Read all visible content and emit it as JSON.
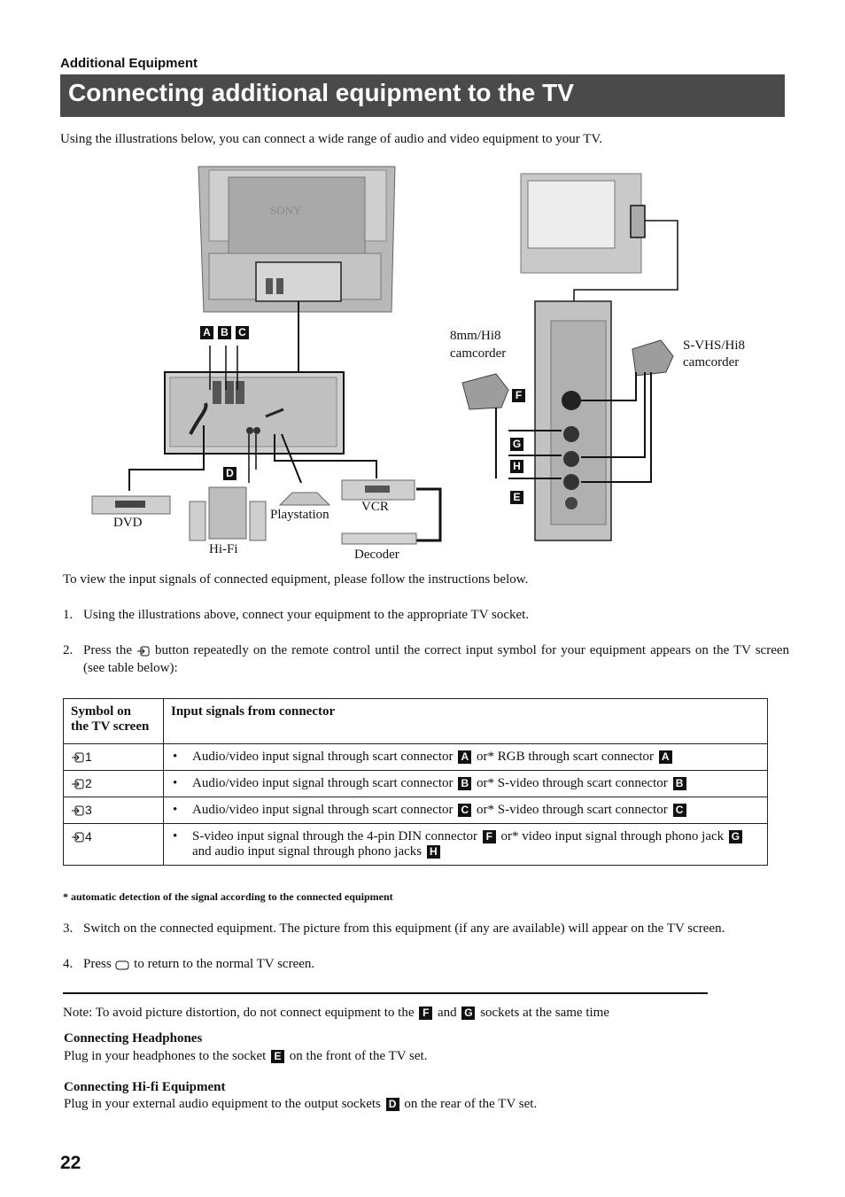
{
  "header": {
    "section": "Additional Equipment",
    "title": "Connecting additional equipment to the TV"
  },
  "intro": "Using the illustrations below, you can connect a wide range of audio and video equipment to your TV.",
  "diagram": {
    "labels": {
      "dvd": "DVD",
      "hifi": "Hi-Fi",
      "playstation": "Playstation",
      "vcr": "VCR",
      "decoder": "Decoder",
      "cam_8mm_line1": "8mm/Hi8",
      "cam_8mm_line2": "camcorder",
      "cam_svhs_line1": "S-VHS/Hi8",
      "cam_svhs_line2": "camcorder",
      "brand": "SONY"
    },
    "badges": {
      "a": "A",
      "b": "B",
      "c": "C",
      "d": "D",
      "e": "E",
      "f": "F",
      "g": "G",
      "h": "H"
    }
  },
  "instructions": {
    "lead": "To view the input signals of connected equipment, please follow the instructions below.",
    "step1_num": "1.",
    "step1": "Using the illustrations above, connect your equipment to the appropriate TV socket.",
    "step2_num": "2.",
    "step2_a": "Press the",
    "step2_b": "button repeatedly on the remote control until the correct input symbol for your equipment appears on the TV screen (see table below):"
  },
  "table": {
    "col1_line1": "Symbol on",
    "col1_line2": "the TV screen",
    "col2": "Input signals from connector",
    "rows": [
      {
        "symbol": "1",
        "a": "Audio/video input signal through scart connector",
        "b1": "A",
        "mid": "or* RGB through scart connector",
        "b2": "A"
      },
      {
        "symbol": "2",
        "a": "Audio/video input signal through scart connector",
        "b1": "B",
        "mid": "or* S-video through scart connector",
        "b2": "B"
      },
      {
        "symbol": "3",
        "a": "Audio/video input signal through scart connector",
        "b1": "C",
        "mid": "or* S-video through scart connector",
        "b2": "C"
      },
      {
        "symbol": "4",
        "a": "S-video input signal through the 4-pin DIN connector",
        "b1": "F",
        "mid": "or* video input signal through phono jack",
        "b2": "G",
        "tail_a": "and audio input signal through phono jacks",
        "b3": "H"
      }
    ]
  },
  "footnote": "* automatic detection of the signal according to the connected equipment",
  "step3_num": "3.",
  "step3": "Switch on the connected equipment. The picture from this equipment (if any are available) will appear on the TV screen.",
  "step4_num": "4.",
  "step4_a": "Press",
  "step4_b": "to return to the normal TV screen.",
  "note": {
    "a": "Note: To avoid picture distortion, do not connect equipment to the",
    "b1": "F",
    "mid": "and",
    "b2": "G",
    "c": "sockets at the same time"
  },
  "headphones": {
    "title": "Connecting Headphones",
    "a": "Plug in your headphones to the socket",
    "badge": "E",
    "b": "on the front of the TV set."
  },
  "hifi": {
    "title": "Connecting Hi-fi Equipment",
    "a": "Plug in your external audio equipment to the output sockets",
    "badge": "D",
    "b": "on the rear of the TV set."
  },
  "page_number": "22"
}
